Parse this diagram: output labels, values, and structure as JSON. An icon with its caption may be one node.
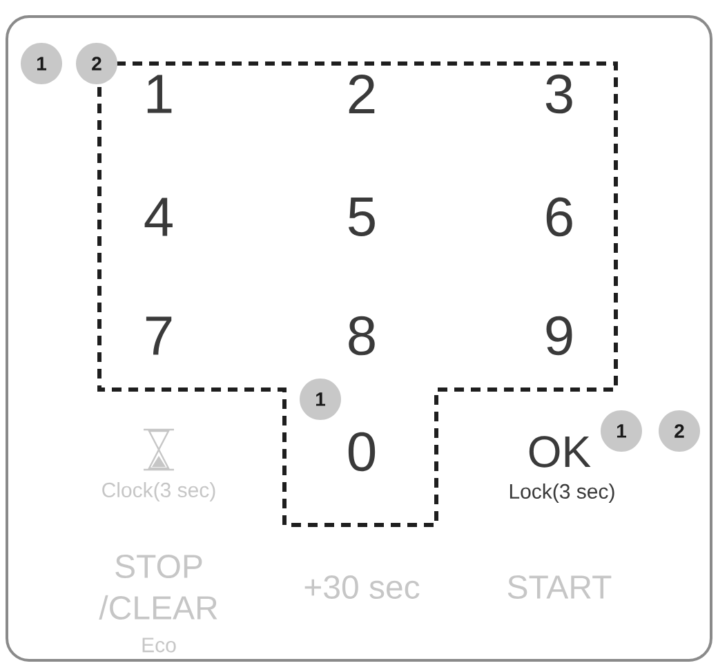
{
  "diagram": {
    "nodes": [
      {
        "text": [
          "1"
        ]
      },
      {
        "text": [
          "2"
        ]
      },
      {
        "text": [
          "1"
        ]
      },
      {
        "text": [
          "1"
        ]
      },
      {
        "text": [
          "2"
        ]
      }
    ],
    "labels": [
      "1",
      "2",
      "3",
      "4",
      "5",
      "6",
      "7",
      "8",
      "9",
      "Clock(3 sec)",
      "0",
      "OK",
      "Lock(3 sec)",
      "STOP /CLEAR",
      "Eco",
      "+30 sec",
      "START"
    ]
  }
}
